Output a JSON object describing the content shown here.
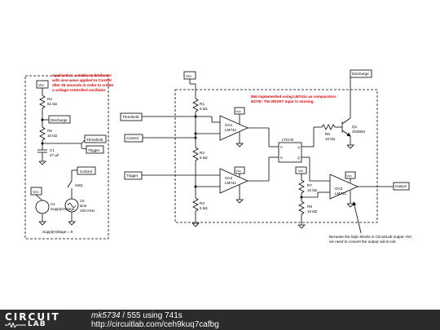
{
  "notes": {
    "application": [
      "Application: astable multivibrator",
      "with sine wave applied to Control",
      "after 25 seconds in order to create",
      "a voltage-controlled oscillator."
    ],
    "impl": [
      "555 implemented using LM741s as comparators.",
      "NOTE: The RESET input is missing."
    ],
    "logic": [
      "Because the logic blocks in CircuitLab output +5V,",
      "we need to convert the output rail-to-rail."
    ],
    "supply": "SupplyVoltage = 9"
  },
  "left": {
    "vcc": "Vcc",
    "r4": [
      "R4",
      "51 kΩ"
    ],
    "discharge": "Discharge",
    "r5": [
      "R5",
      "10 kΩ"
    ],
    "threshold": "Threshold",
    "trigger": "Trigger",
    "c1": [
      "C1",
      "47 μF"
    ],
    "control": "Control",
    "sw1": "SW1",
    "vcc2": "Vcc",
    "v1": [
      "V1",
      "SupplyVoltage"
    ],
    "v2": [
      "V2",
      "sine",
      "100 mHz"
    ]
  },
  "right": {
    "vcc_top": "Vcc",
    "discharge": "Discharge",
    "threshold": "Threshold",
    "control": "Control",
    "trigger": "Trigger",
    "r1": [
      "R1",
      "5 kΩ"
    ],
    "r2": [
      "R2",
      "5 kΩ"
    ],
    "r3": [
      "R3",
      "5 kΩ"
    ],
    "oa1": [
      "OA1",
      "LM741"
    ],
    "oa2": [
      "OA2",
      "LM741"
    ],
    "oa3": [
      "OA3",
      "LM741"
    ],
    "vcc_oa1": "Vcc",
    "vcc_oa2": "Vcc",
    "vcc_oa3": "Vcc",
    "latch": "LTCH2",
    "latch_s": "S",
    "latch_r": "R",
    "latch_q": "Q",
    "latch_qn": "Q̄",
    "r6": [
      "R6",
      "10 kΩ"
    ],
    "q1": [
      "Q1",
      "2N3904"
    ],
    "v5": "+5V",
    "r7": [
      "R7",
      "10 kΩ"
    ],
    "r8": [
      "R8",
      "10 kΩ"
    ],
    "output": "Output"
  },
  "footer": {
    "logo_top": "CIRCUIT",
    "logo_bottom": "LAB",
    "user": "mk5734",
    "separator": " / ",
    "title": "555 using 741s",
    "url": "http://circuitlab.com/ceh9kuq7cafbg"
  },
  "colors": {
    "wire": "#000000",
    "note": "#e00000",
    "footer": "#2b2b2b"
  }
}
